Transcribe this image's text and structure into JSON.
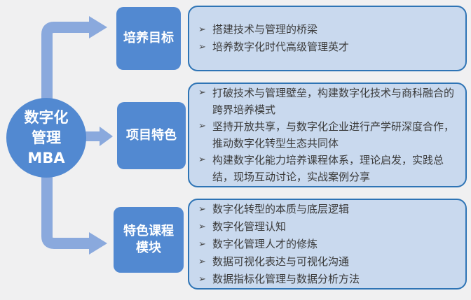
{
  "background": "#F0F0F1",
  "colors": {
    "node_blue": "#5289D1",
    "connector_blue": "#8AA9DD",
    "box_fill": "#C9D9EE",
    "box_border": "#2E74B5",
    "text_dark": "#3A3A3A",
    "text_white": "#FFFFFF",
    "background": "#F0F0F1"
  },
  "bullet_char": "➢",
  "center_node": {
    "lines": [
      "数字化",
      "管理",
      "MBA"
    ]
  },
  "rows": [
    {
      "label": "培养目标",
      "items": [
        "搭建技术与管理的桥梁",
        "培养数字化时代高级管理英才"
      ]
    },
    {
      "label": "项目特色",
      "items": [
        "打破技术与管理壁垒，构建数字化技术与商科融合的跨界培养模式",
        "坚持开放共享，与数字化企业进行产学研深度合作，推动数字化转型生态共同体",
        "构建数字化能力培养课程体系，理论启发，实践总结，现场互动讨论，实战案例分享"
      ]
    },
    {
      "label": "特色课程模块",
      "items": [
        "数字化转型的本质与底层逻辑",
        "数字化管理认知",
        "数字化管理人才的修炼",
        "数据可视化表达与可视化沟通",
        "数据指标化管理与数据分析方法"
      ]
    }
  ]
}
